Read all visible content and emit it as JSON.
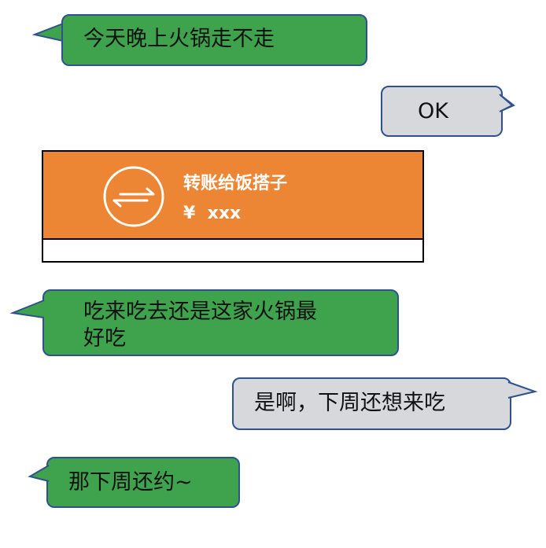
{
  "messages": [
    {
      "side": "left",
      "text": "今天晚上火锅走不走"
    },
    {
      "side": "right",
      "text": "OK"
    },
    {
      "side": "left",
      "text_line1": "吃来吃去还是这家火锅最",
      "text_line2": "好吃"
    },
    {
      "side": "right",
      "text": "是啊，下周还想来吃"
    },
    {
      "side": "left",
      "text": "那下周还约~"
    }
  ],
  "transfer_card": {
    "title": "转账给饭搭子",
    "amount": "¥  xxx",
    "icon": "transfer-arrows-icon"
  },
  "colors": {
    "left_bubble": "#3fa34d",
    "right_bubble": "#d6d8db",
    "border": "#2f528f",
    "card": "#ed8634"
  }
}
